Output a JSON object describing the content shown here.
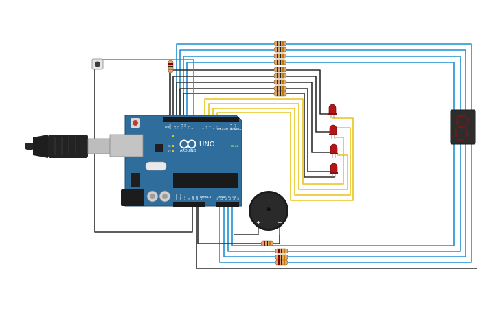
{
  "board": {
    "brand": "ARDUINO",
    "model": "UNO",
    "digital_label": "DIGITAL (PWM~)",
    "power_label": "POWER",
    "analog_label": "ANALOG IN",
    "aref_label": "AREF",
    "gnd_label": "GND",
    "tx_label": "TX",
    "rx_label": "RX",
    "l_label": "L",
    "on_label": "ON",
    "digital_pins": [
      "13",
      "12",
      "~11",
      "~10",
      "~9",
      "8",
      "7",
      "~6",
      "~5",
      "4",
      "~3",
      "2",
      "TX→1",
      "RX←0"
    ],
    "power_pins": [
      "IOREF",
      "RESET",
      "3.3V",
      "5V",
      "GND",
      "GND",
      "Vin"
    ],
    "analog_pins": [
      "A0",
      "A1",
      "A2",
      "A3",
      "A4",
      "A5"
    ]
  },
  "buzzer": {
    "plus": "+",
    "minus": "−"
  },
  "seven_segment": {
    "digit": "8"
  },
  "colors": {
    "wire_blue": "#1a8fd0",
    "wire_black": "#2b2b2b",
    "wire_green": "#2aa84a",
    "wire_yellow": "#e8c21a",
    "board_blue": "#2f6e9c",
    "led_red": "#b01818",
    "display_red": "#6e1a1a"
  }
}
